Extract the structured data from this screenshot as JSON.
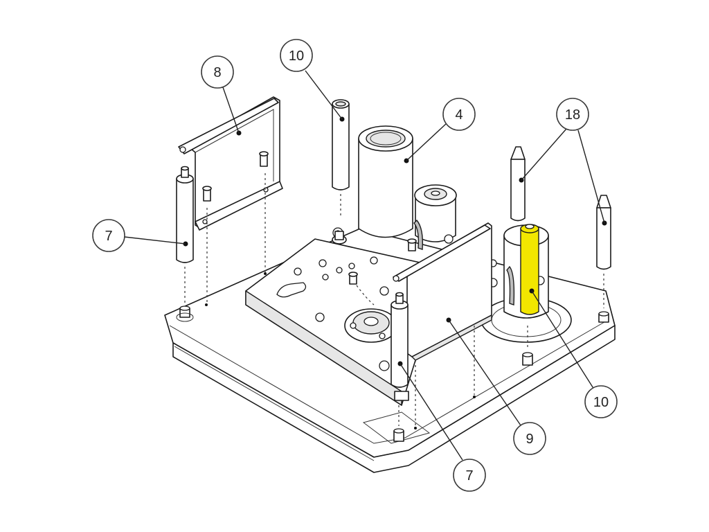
{
  "callouts": [
    {
      "id": "c-10-top",
      "label": "10"
    },
    {
      "id": "c-8",
      "label": "8"
    },
    {
      "id": "c-4",
      "label": "4"
    },
    {
      "id": "c-18",
      "label": "18"
    },
    {
      "id": "c-7-left",
      "label": "7"
    },
    {
      "id": "c-10-right",
      "label": "10"
    },
    {
      "id": "c-9",
      "label": "9"
    },
    {
      "id": "c-7-bottom",
      "label": "7"
    }
  ],
  "colors": {
    "highlight": "#f2e600",
    "line": "#1a1a1a"
  }
}
